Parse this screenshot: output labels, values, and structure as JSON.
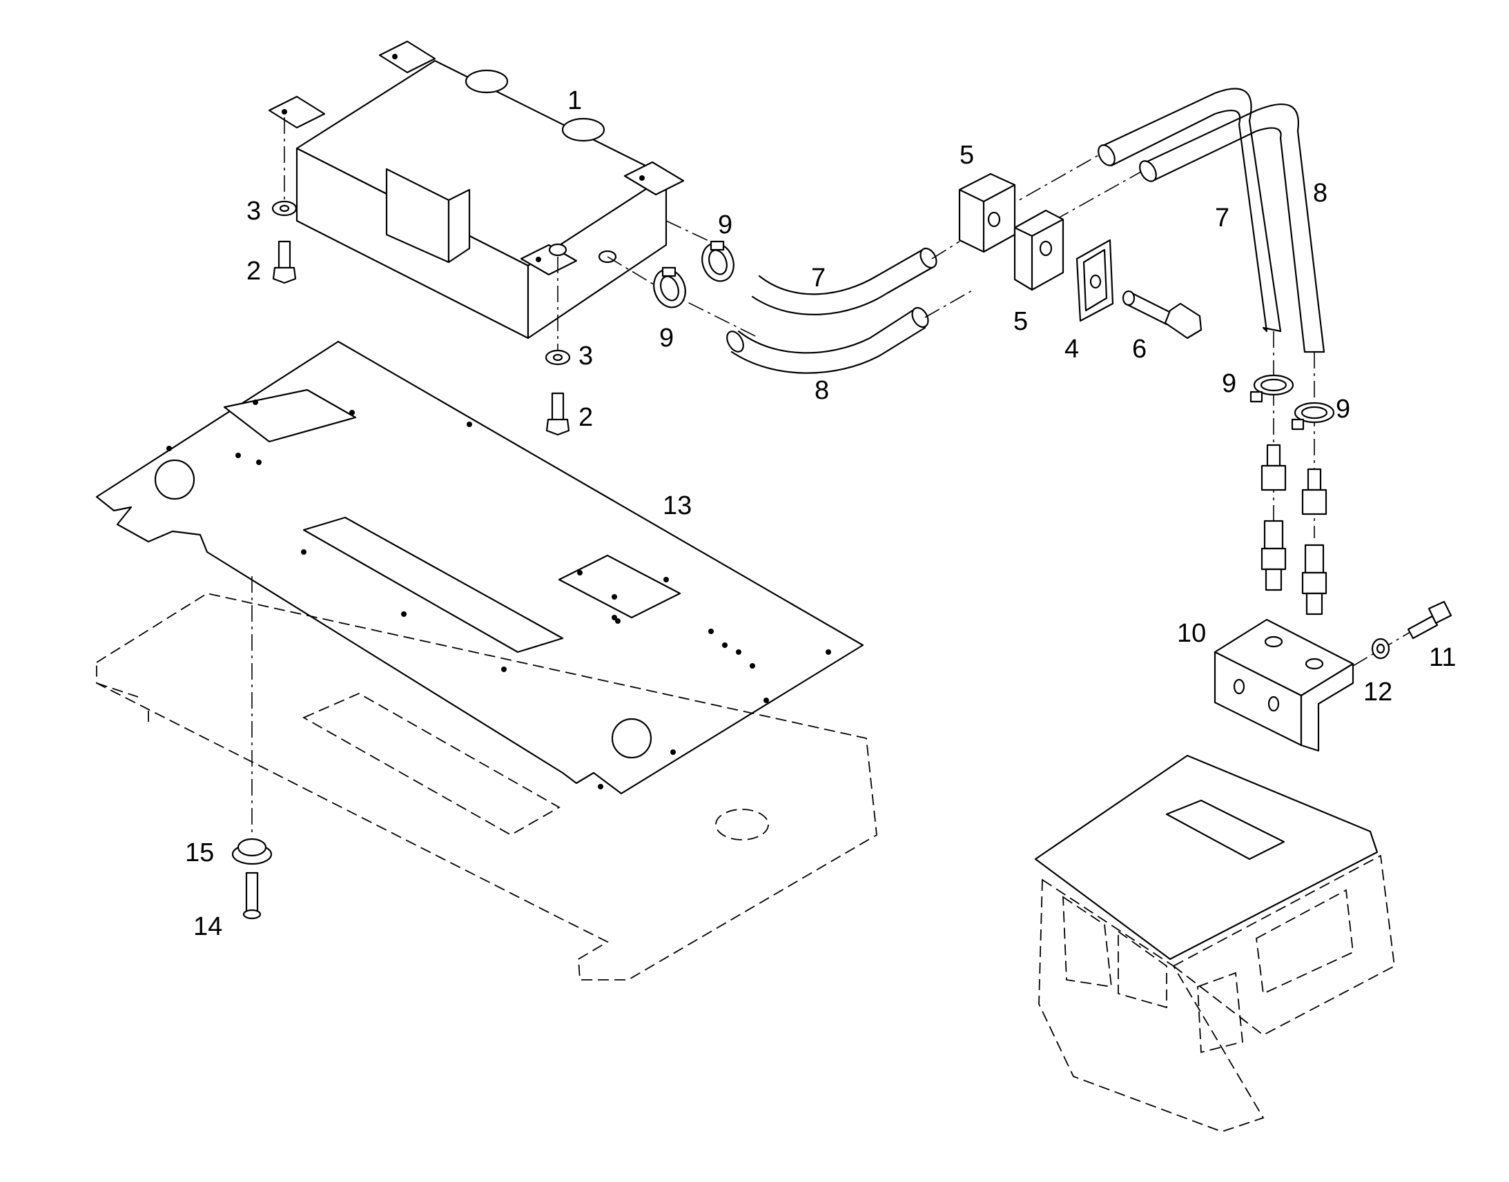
{
  "callouts": {
    "c1": "1",
    "c2a": "2",
    "c2b": "2",
    "c3a": "3",
    "c3b": "3",
    "c4": "4",
    "c5a": "5",
    "c5b": "5",
    "c6": "6",
    "c7a": "7",
    "c7b": "7",
    "c8a": "8",
    "c8b": "8",
    "c9a": "9",
    "c9b": "9",
    "c9c": "9",
    "c9d": "9",
    "c10": "10",
    "c11": "11",
    "c12": "12",
    "c13": "13",
    "c14": "14",
    "c15": "15"
  }
}
